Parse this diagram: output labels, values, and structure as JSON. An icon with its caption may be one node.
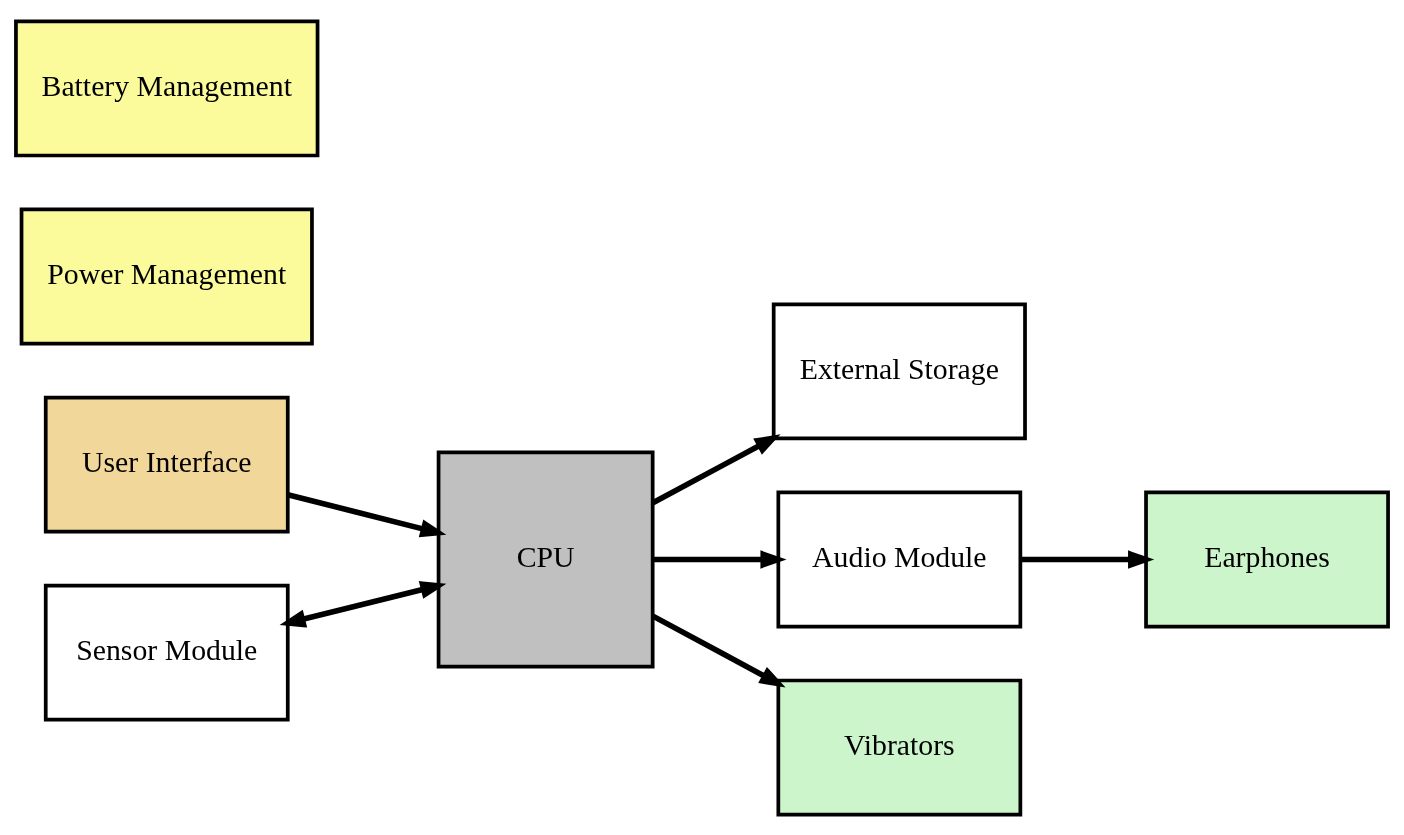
{
  "diagram": {
    "nodes": [
      {
        "text": [
          "User Interface"
        ]
      },
      {
        "text": [
          "Sensor Module"
        ]
      },
      {
        "text": [
          "CPU"
        ]
      },
      {
        "text": [
          "External Storage"
        ]
      },
      {
        "text": [
          "Audio Module"
        ]
      },
      {
        "text": [
          "Earphones"
        ]
      },
      {
        "text": [
          "Vibrators"
        ]
      },
      {
        "text": [
          "Power Management"
        ]
      },
      {
        "text": [
          "Battery Management"
        ]
      }
    ],
    "edges": [
      {
        "from": 0,
        "to": 2,
        "arrow": "to"
      },
      {
        "from": 1,
        "to": 2,
        "arrow": "both"
      },
      {
        "from": 2,
        "to": 3,
        "arrow": "to"
      },
      {
        "from": 2,
        "to": 4,
        "arrow": "to"
      },
      {
        "from": 4,
        "to": 5,
        "arrow": "to"
      },
      {
        "from": 2,
        "to": 6,
        "arrow": "to"
      }
    ]
  }
}
